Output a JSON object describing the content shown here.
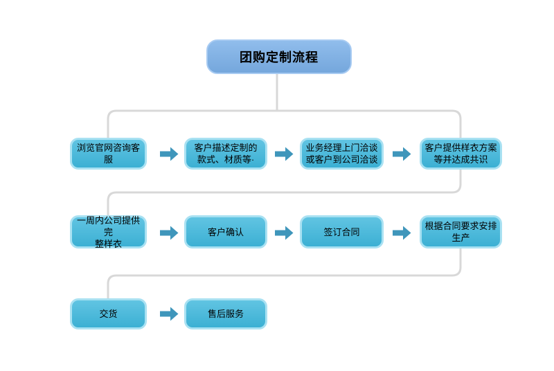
{
  "diagram": {
    "title": "团购定制流程",
    "rows": [
      {
        "steps": [
          {
            "label": "浏览官网咨询客服"
          },
          {
            "label": "客户描述定制的\n款式、材质等·"
          },
          {
            "label": "业务经理上门洽谈\n或客户到公司洽谈"
          },
          {
            "label": "客户提供样衣方案\n等并达成共识"
          }
        ]
      },
      {
        "steps": [
          {
            "label": "一周内公司提供完\n整样衣"
          },
          {
            "label": "客户确认"
          },
          {
            "label": "签订合同"
          },
          {
            "label": "根据合同要求安排\n生产"
          }
        ]
      },
      {
        "steps": [
          {
            "label": "交货"
          },
          {
            "label": "售后服务"
          }
        ]
      }
    ],
    "colors": {
      "title_fill": "#7BB0E8",
      "title_border": "#A8CBF2",
      "step_fill": "#3EB7DC",
      "step_border": "#A9E1F2",
      "arrow": "#3F96BB",
      "connector": "#D8D8D8",
      "text": "#000000"
    }
  }
}
